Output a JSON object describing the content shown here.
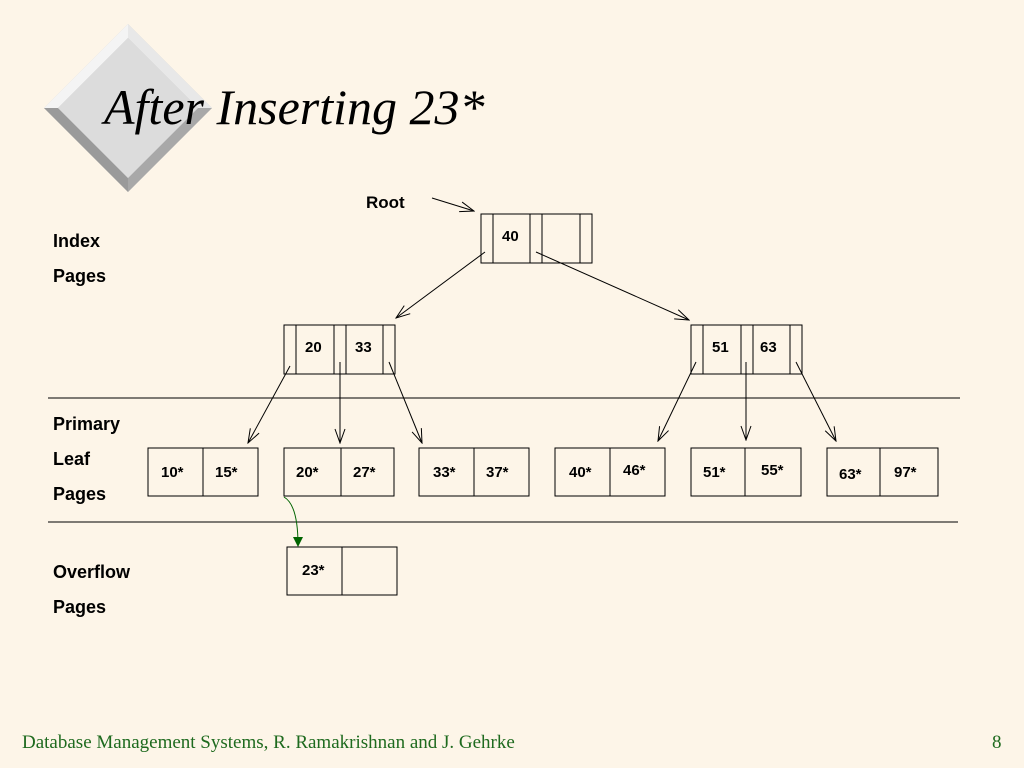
{
  "slide": {
    "title": "After Inserting 23*",
    "footer_text": "Database Management Systems, R. Ramakrishnan and J. Gehrke",
    "page_number": "8"
  },
  "labels": {
    "root": "Root",
    "index_line1": "Index",
    "index_line2": "Pages",
    "leaf_line1": "Primary",
    "leaf_line2": "Leaf",
    "leaf_line3": "Pages",
    "overflow_line1": "Overflow",
    "overflow_line2": "Pages"
  },
  "tree": {
    "root_keys": [
      "40"
    ],
    "left_index_keys": [
      "20",
      "33"
    ],
    "right_index_keys": [
      "51",
      "63"
    ],
    "leaves": [
      [
        "10*",
        "15*"
      ],
      [
        "20*",
        "27*"
      ],
      [
        "33*",
        "37*"
      ],
      [
        "40*",
        "46*"
      ],
      [
        "51*",
        "55*"
      ],
      [
        "63*",
        "97*"
      ]
    ],
    "overflow": [
      "23*",
      ""
    ]
  },
  "colors": {
    "background": "#fdf5e8",
    "footer": "#1e6a1e",
    "overflow_arrow": "#006400"
  }
}
